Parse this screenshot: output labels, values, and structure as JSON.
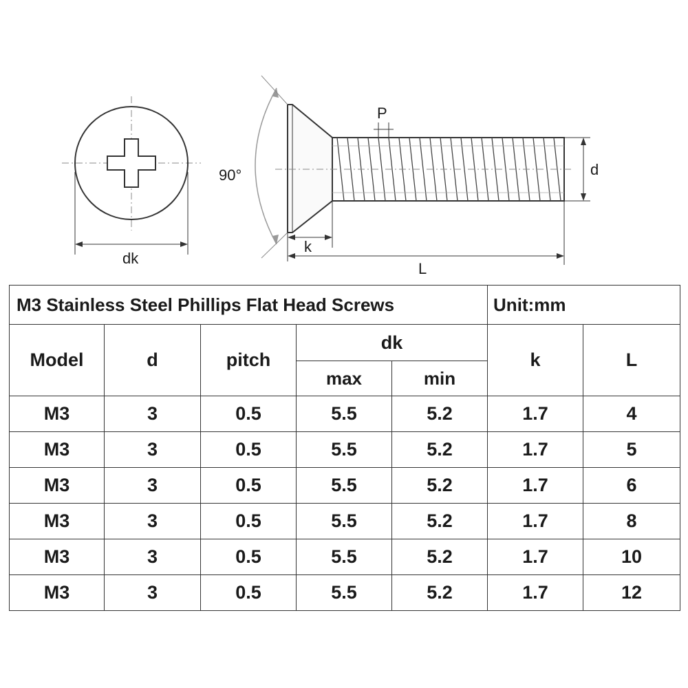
{
  "drawing": {
    "labels": {
      "dk": "dk",
      "angle": "90°",
      "k": "k",
      "pitch": "P",
      "d": "d",
      "L": "L"
    }
  },
  "table": {
    "title": "M3 Stainless Steel Phillips Flat Head Screws",
    "unit": "Unit:mm",
    "headers": {
      "model": "Model",
      "d": "d",
      "pitch": "pitch",
      "dk": "dk",
      "dk_max": "max",
      "dk_min": "min",
      "k": "k",
      "L": "L"
    },
    "rows": [
      [
        "M3",
        "3",
        "0.5",
        "5.5",
        "5.2",
        "1.7",
        "4"
      ],
      [
        "M3",
        "3",
        "0.5",
        "5.5",
        "5.2",
        "1.7",
        "5"
      ],
      [
        "M3",
        "3",
        "0.5",
        "5.5",
        "5.2",
        "1.7",
        "6"
      ],
      [
        "M3",
        "3",
        "0.5",
        "5.5",
        "5.2",
        "1.7",
        "8"
      ],
      [
        "M3",
        "3",
        "0.5",
        "5.5",
        "5.2",
        "1.7",
        "10"
      ],
      [
        "M3",
        "3",
        "0.5",
        "5.5",
        "5.2",
        "1.7",
        "12"
      ]
    ]
  }
}
